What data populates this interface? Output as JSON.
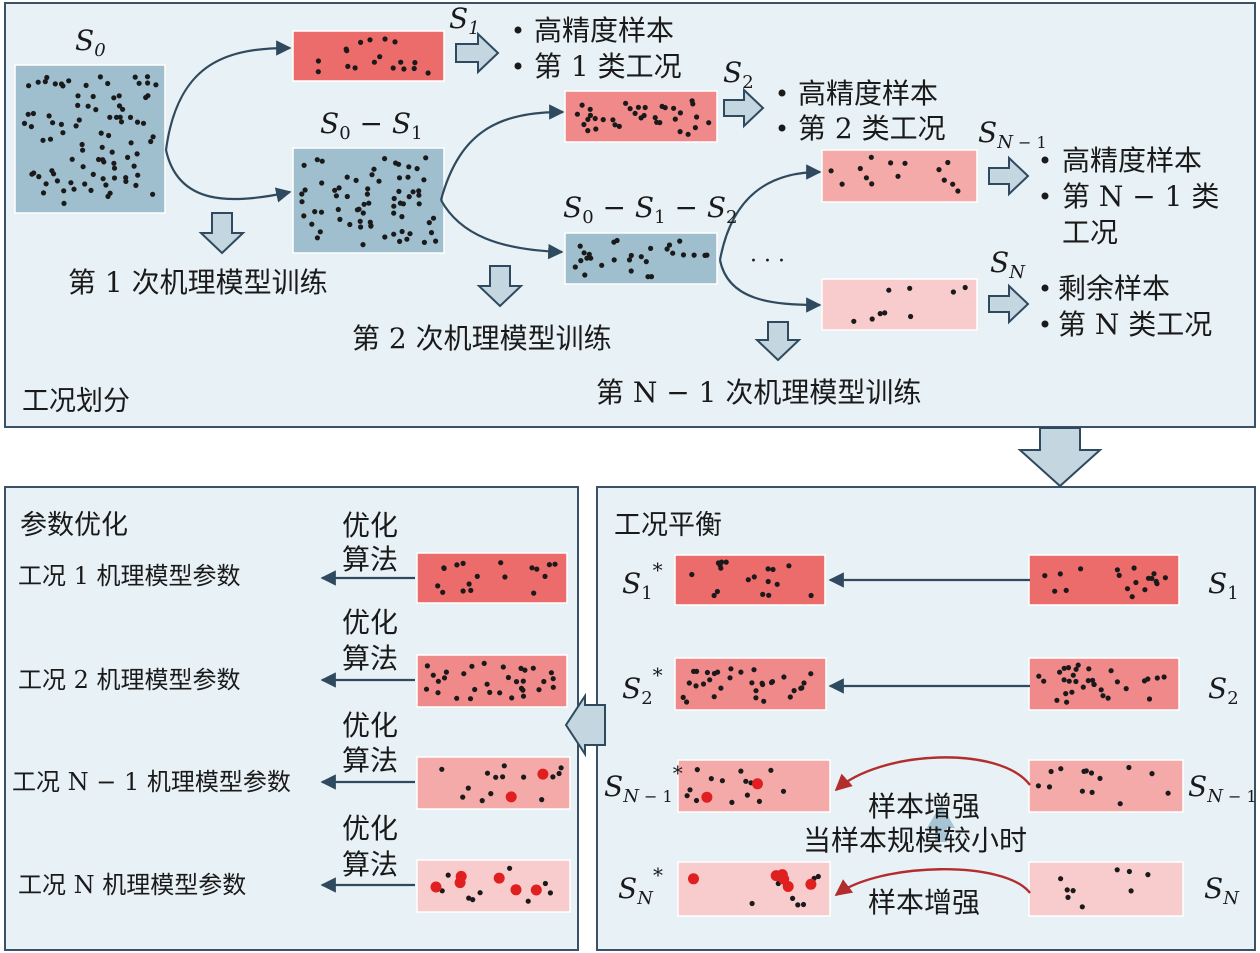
{
  "colors": {
    "panel_bg": "#e8f1f5",
    "panel_border": "#3b5266",
    "s0_box": "#9fbfcf",
    "c1": "#ec6b6b",
    "c2": "#f08a8a",
    "c3": "#f5aaaa",
    "c4": "#f8cccc",
    "arrow_dark": "#2f4a5e",
    "arrow_red": "#b32d2d",
    "block_arrow": "#c4d6e0"
  },
  "top_panel": {
    "title": "工况划分",
    "labels": {
      "s0": "S0",
      "s1": "S1",
      "s0_minus_s1": "S0 − S1",
      "s2": "S2",
      "s0_minus_s1_minus_s2": "S0 − S1 − S2",
      "sn1": "SN − 1",
      "sn": "SN"
    },
    "train_labels": [
      "第 1 次机理模型训练",
      "第 2 次机理模型训练",
      "第 N − 1 次机理模型训练"
    ],
    "ellipsis": "· · ·",
    "bullets": {
      "s1": [
        "高精度样本",
        "第 1 类工况"
      ],
      "s2": [
        "高精度样本",
        "第 2 类工况"
      ],
      "sn1": [
        "高精度样本",
        "第 N − 1 类",
        "工况"
      ],
      "sn": [
        "剩余样本",
        "第 N 类工况"
      ]
    }
  },
  "left_panel": {
    "title": "参数优化",
    "opt_label": [
      "优化",
      "算法"
    ],
    "rows": [
      "工况 1 机理模型参数",
      "工况 2 机理模型参数",
      "工况 N − 1 机理模型参数",
      "工况 N 机理模型参数"
    ]
  },
  "right_panel": {
    "title": "工况平衡",
    "augment_label": "样本增强",
    "augment_note": "当样本规模较小时",
    "left_labels": [
      "S1*",
      "S2*",
      "SN − 1*",
      "SN*"
    ],
    "right_labels": [
      "S1",
      "S2",
      "SN − 1",
      "SN"
    ]
  }
}
